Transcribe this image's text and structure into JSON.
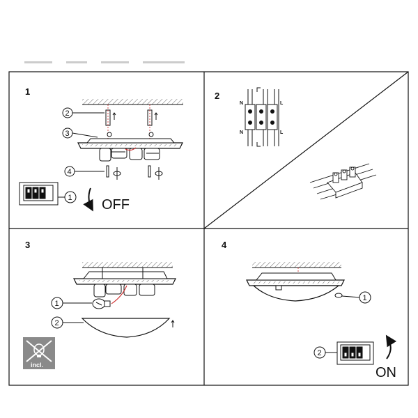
{
  "panels": [
    {
      "step": "1",
      "callouts": [
        "2",
        "3",
        "4",
        "1"
      ],
      "switch_label": "OFF"
    },
    {
      "step": "2",
      "terminal_labels": [
        "N",
        "L",
        "N",
        "L"
      ]
    },
    {
      "step": "3",
      "callouts": [
        "1",
        "2"
      ],
      "badge_text": "incl."
    },
    {
      "step": "4",
      "callouts": [
        "1",
        "2"
      ],
      "switch_label": "ON"
    }
  ],
  "colors": {
    "line": "#111111",
    "hatch": "#555555",
    "red_accent": "#cc2222",
    "badge_bg": "#8a8a8a"
  }
}
